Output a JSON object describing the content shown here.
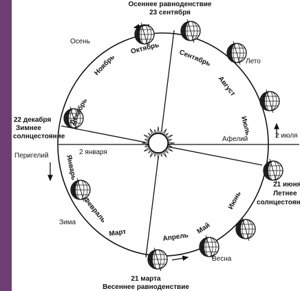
{
  "labels": {
    "autumn_equinox_line1": "Осеннее равноденствие",
    "autumn_equinox_line2": "23 сентября",
    "autumn": "Осень",
    "summer": "Лето",
    "winter_solstice_date": "22 декабря",
    "winter_solstice_line1": "Зимнее",
    "winter_solstice_line2": "солнцестояние",
    "perihelion": "Перигелий",
    "january2": "2 января",
    "aphelion": "Афелий",
    "july2": "2 июля",
    "summer_solstice_date": "21 июня",
    "summer_solstice_line1": "Летнее",
    "summer_solstice_line2": "солнцестояние",
    "winter": "Зима",
    "spring": "Весна",
    "spring_equinox_date": "21 марта",
    "spring_equinox_line": "Весеннее равноденствие"
  },
  "months": {
    "october": "Октябрь",
    "september": "Сентябрь",
    "november": "Ноябрь",
    "august": "Август",
    "december": "Декабрь",
    "july": "Июль",
    "january": "Январь",
    "june": "Июнь",
    "february": "Февраль",
    "may": "Май",
    "march": "Март",
    "april": "Апрель"
  },
  "colors": {
    "line": "#111111",
    "background": "#ffffff",
    "frame": "#6e3d74"
  }
}
